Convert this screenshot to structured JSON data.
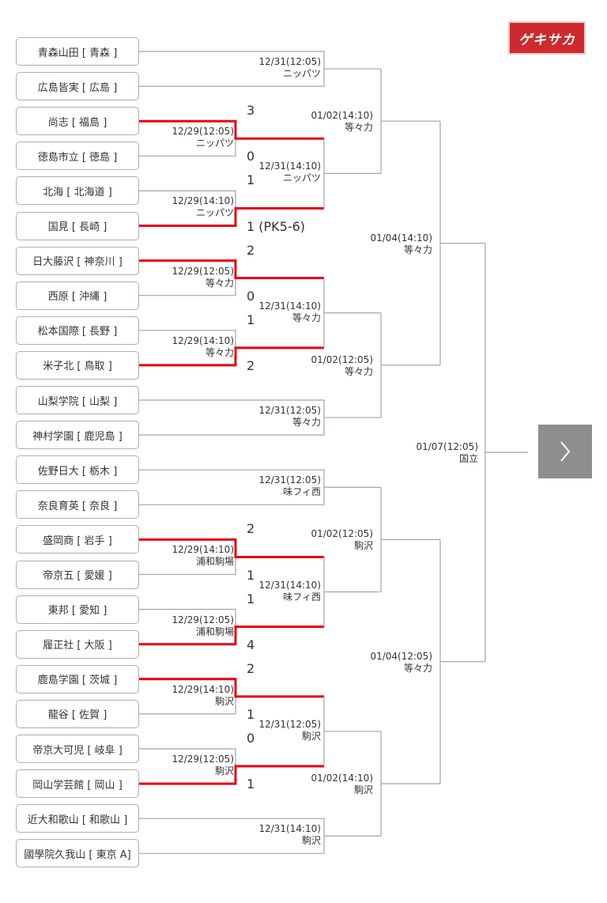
{
  "brand": {
    "logo_text": "ゲキサカ"
  },
  "teams": [
    "青森山田 [ 青森 ]",
    "広島皆実 [ 広島 ]",
    "尚志 [ 福島 ]",
    "徳島市立 [ 徳島 ]",
    "北海 [ 北海道 ]",
    "国見 [ 長崎 ]",
    "日大藤沢 [ 神奈川 ]",
    "西原 [ 沖縄 ]",
    "松本国際 [ 長野 ]",
    "米子北 [ 鳥取 ]",
    "山梨学院 [ 山梨 ]",
    "神村学園 [ 鹿児島 ]",
    "佐野日大 [ 栃木 ]",
    "奈良育英 [ 奈良 ]",
    "盛岡商 [ 岩手 ]",
    "帝京五 [ 愛媛 ]",
    "東邦 [ 愛知 ]",
    "履正社 [ 大阪 ]",
    "鹿島学園 [ 茨城 ]",
    "龍谷 [ 佐賀 ]",
    "帝京大可児 [ 岐阜 ]",
    "岡山学芸館 [ 岡山 ]",
    "近大和歌山 [ 和歌山 ]",
    "國學院久我山 [ 東京 A]"
  ],
  "round1": [
    {
      "date": "12/29(12:05)",
      "venue": "ニッパツ",
      "scores": [
        "3",
        "0"
      ]
    },
    {
      "date": "12/29(14:10)",
      "venue": "ニッパツ",
      "scores": [
        "1",
        "1 (PK5-6)"
      ]
    },
    {
      "date": "12/29(12:05)",
      "venue": "等々力",
      "scores": [
        "2",
        "0"
      ]
    },
    {
      "date": "12/29(14:10)",
      "venue": "等々力",
      "scores": [
        "1",
        "2"
      ]
    },
    {
      "date": "12/29(14:10)",
      "venue": "浦和駒場",
      "scores": [
        "2",
        "1"
      ]
    },
    {
      "date": "12/29(12:05)",
      "venue": "浦和駒場",
      "scores": [
        "1",
        "4"
      ]
    },
    {
      "date": "12/29(14:10)",
      "venue": "駒沢",
      "scores": [
        "2",
        "1"
      ]
    },
    {
      "date": "12/29(12:05)",
      "venue": "駒沢",
      "scores": [
        "0",
        "1"
      ]
    }
  ],
  "round2": [
    {
      "date": "12/31(12:05)",
      "venue": "ニッパツ"
    },
    {
      "date": "12/31(14:10)",
      "venue": "ニッパツ"
    },
    {
      "date": "12/31(14:10)",
      "venue": "等々力"
    },
    {
      "date": "12/31(12:05)",
      "venue": "等々力"
    },
    {
      "date": "12/31(12:05)",
      "venue": "味フィ西"
    },
    {
      "date": "12/31(14:10)",
      "venue": "味フィ西"
    },
    {
      "date": "12/31(12:05)",
      "venue": "駒沢"
    },
    {
      "date": "12/31(14:10)",
      "venue": "駒沢"
    }
  ],
  "round3": [
    {
      "date": "01/02(14:10)",
      "venue": "等々力"
    },
    {
      "date": "01/02(12:05)",
      "venue": "等々力"
    },
    {
      "date": "01/02(12:05)",
      "venue": "駒沢"
    },
    {
      "date": "01/02(14:10)",
      "venue": "駒沢"
    }
  ],
  "semifinals": [
    {
      "date": "01/04(14:10)",
      "venue": "等々力"
    },
    {
      "date": "01/04(12:05)",
      "venue": "等々力"
    }
  ],
  "final": {
    "date": "01/07(12:05)",
    "venue": "国立"
  },
  "colors": {
    "line": "#a9a29d",
    "winner": "#e60012",
    "next_button": "#8e8e8e"
  },
  "icons": {
    "next": "chevron-right-icon"
  }
}
